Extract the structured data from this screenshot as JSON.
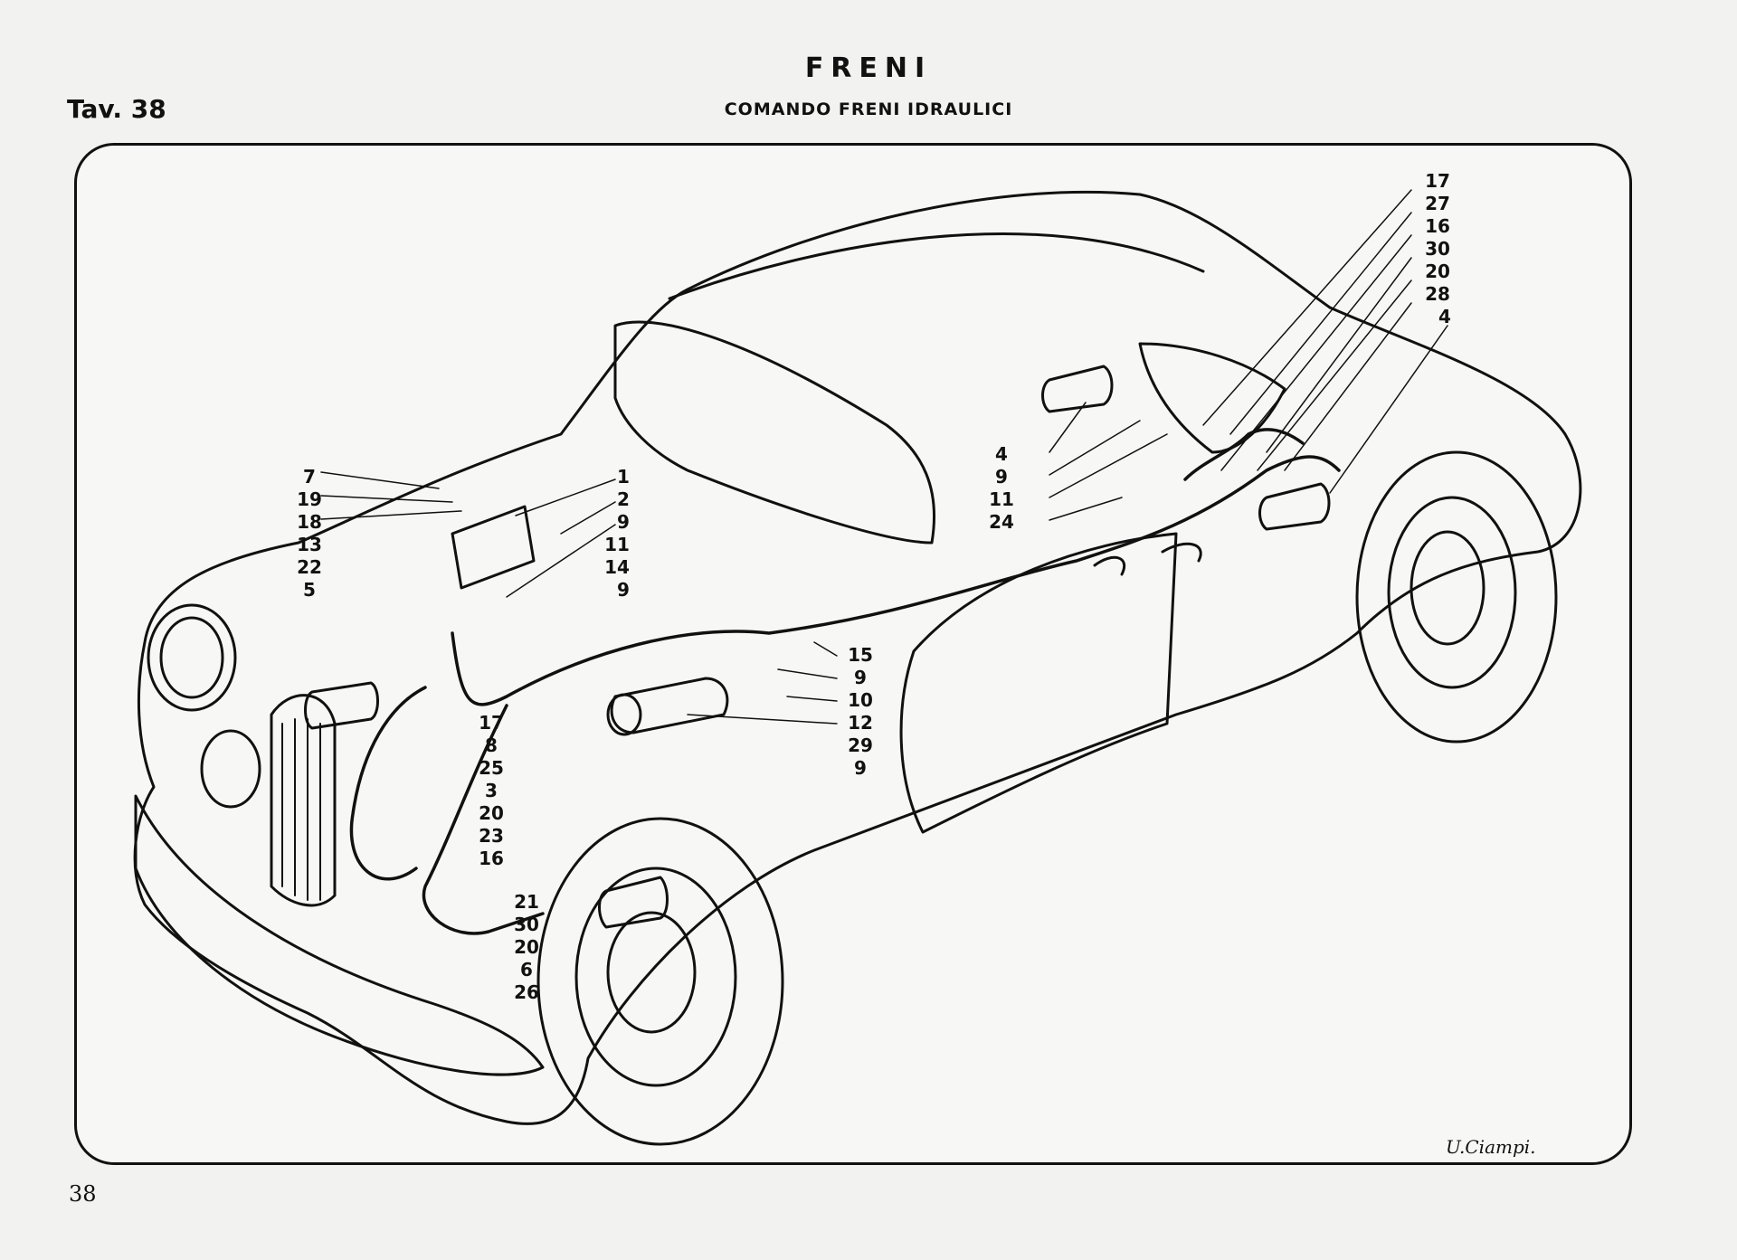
{
  "header": {
    "plate": "Tav. 38",
    "title": "FRENI",
    "subtitle": "COMANDO FRENI IDRAULICI"
  },
  "footer": {
    "page_number": "38",
    "signature": "U.Ciampi."
  },
  "callouts": {
    "left_top": [
      "7",
      "19",
      "18",
      "13",
      "22",
      "5"
    ],
    "center_top": [
      "1",
      "2",
      "9",
      "11",
      "14",
      "9"
    ],
    "right_mid": [
      "15",
      "9",
      "10",
      "12"
    ],
    "center_low": [
      "17",
      "8",
      "25",
      "3",
      "20",
      "23",
      "16"
    ],
    "right_low": [
      "29",
      "9"
    ],
    "bottom": [
      "21",
      "30",
      "20",
      "6",
      "26"
    ],
    "rear_left": [
      "4",
      "9",
      "11",
      "24"
    ],
    "top_right": [
      "17",
      "27",
      "16",
      "30",
      "20",
      "28",
      "4"
    ]
  }
}
